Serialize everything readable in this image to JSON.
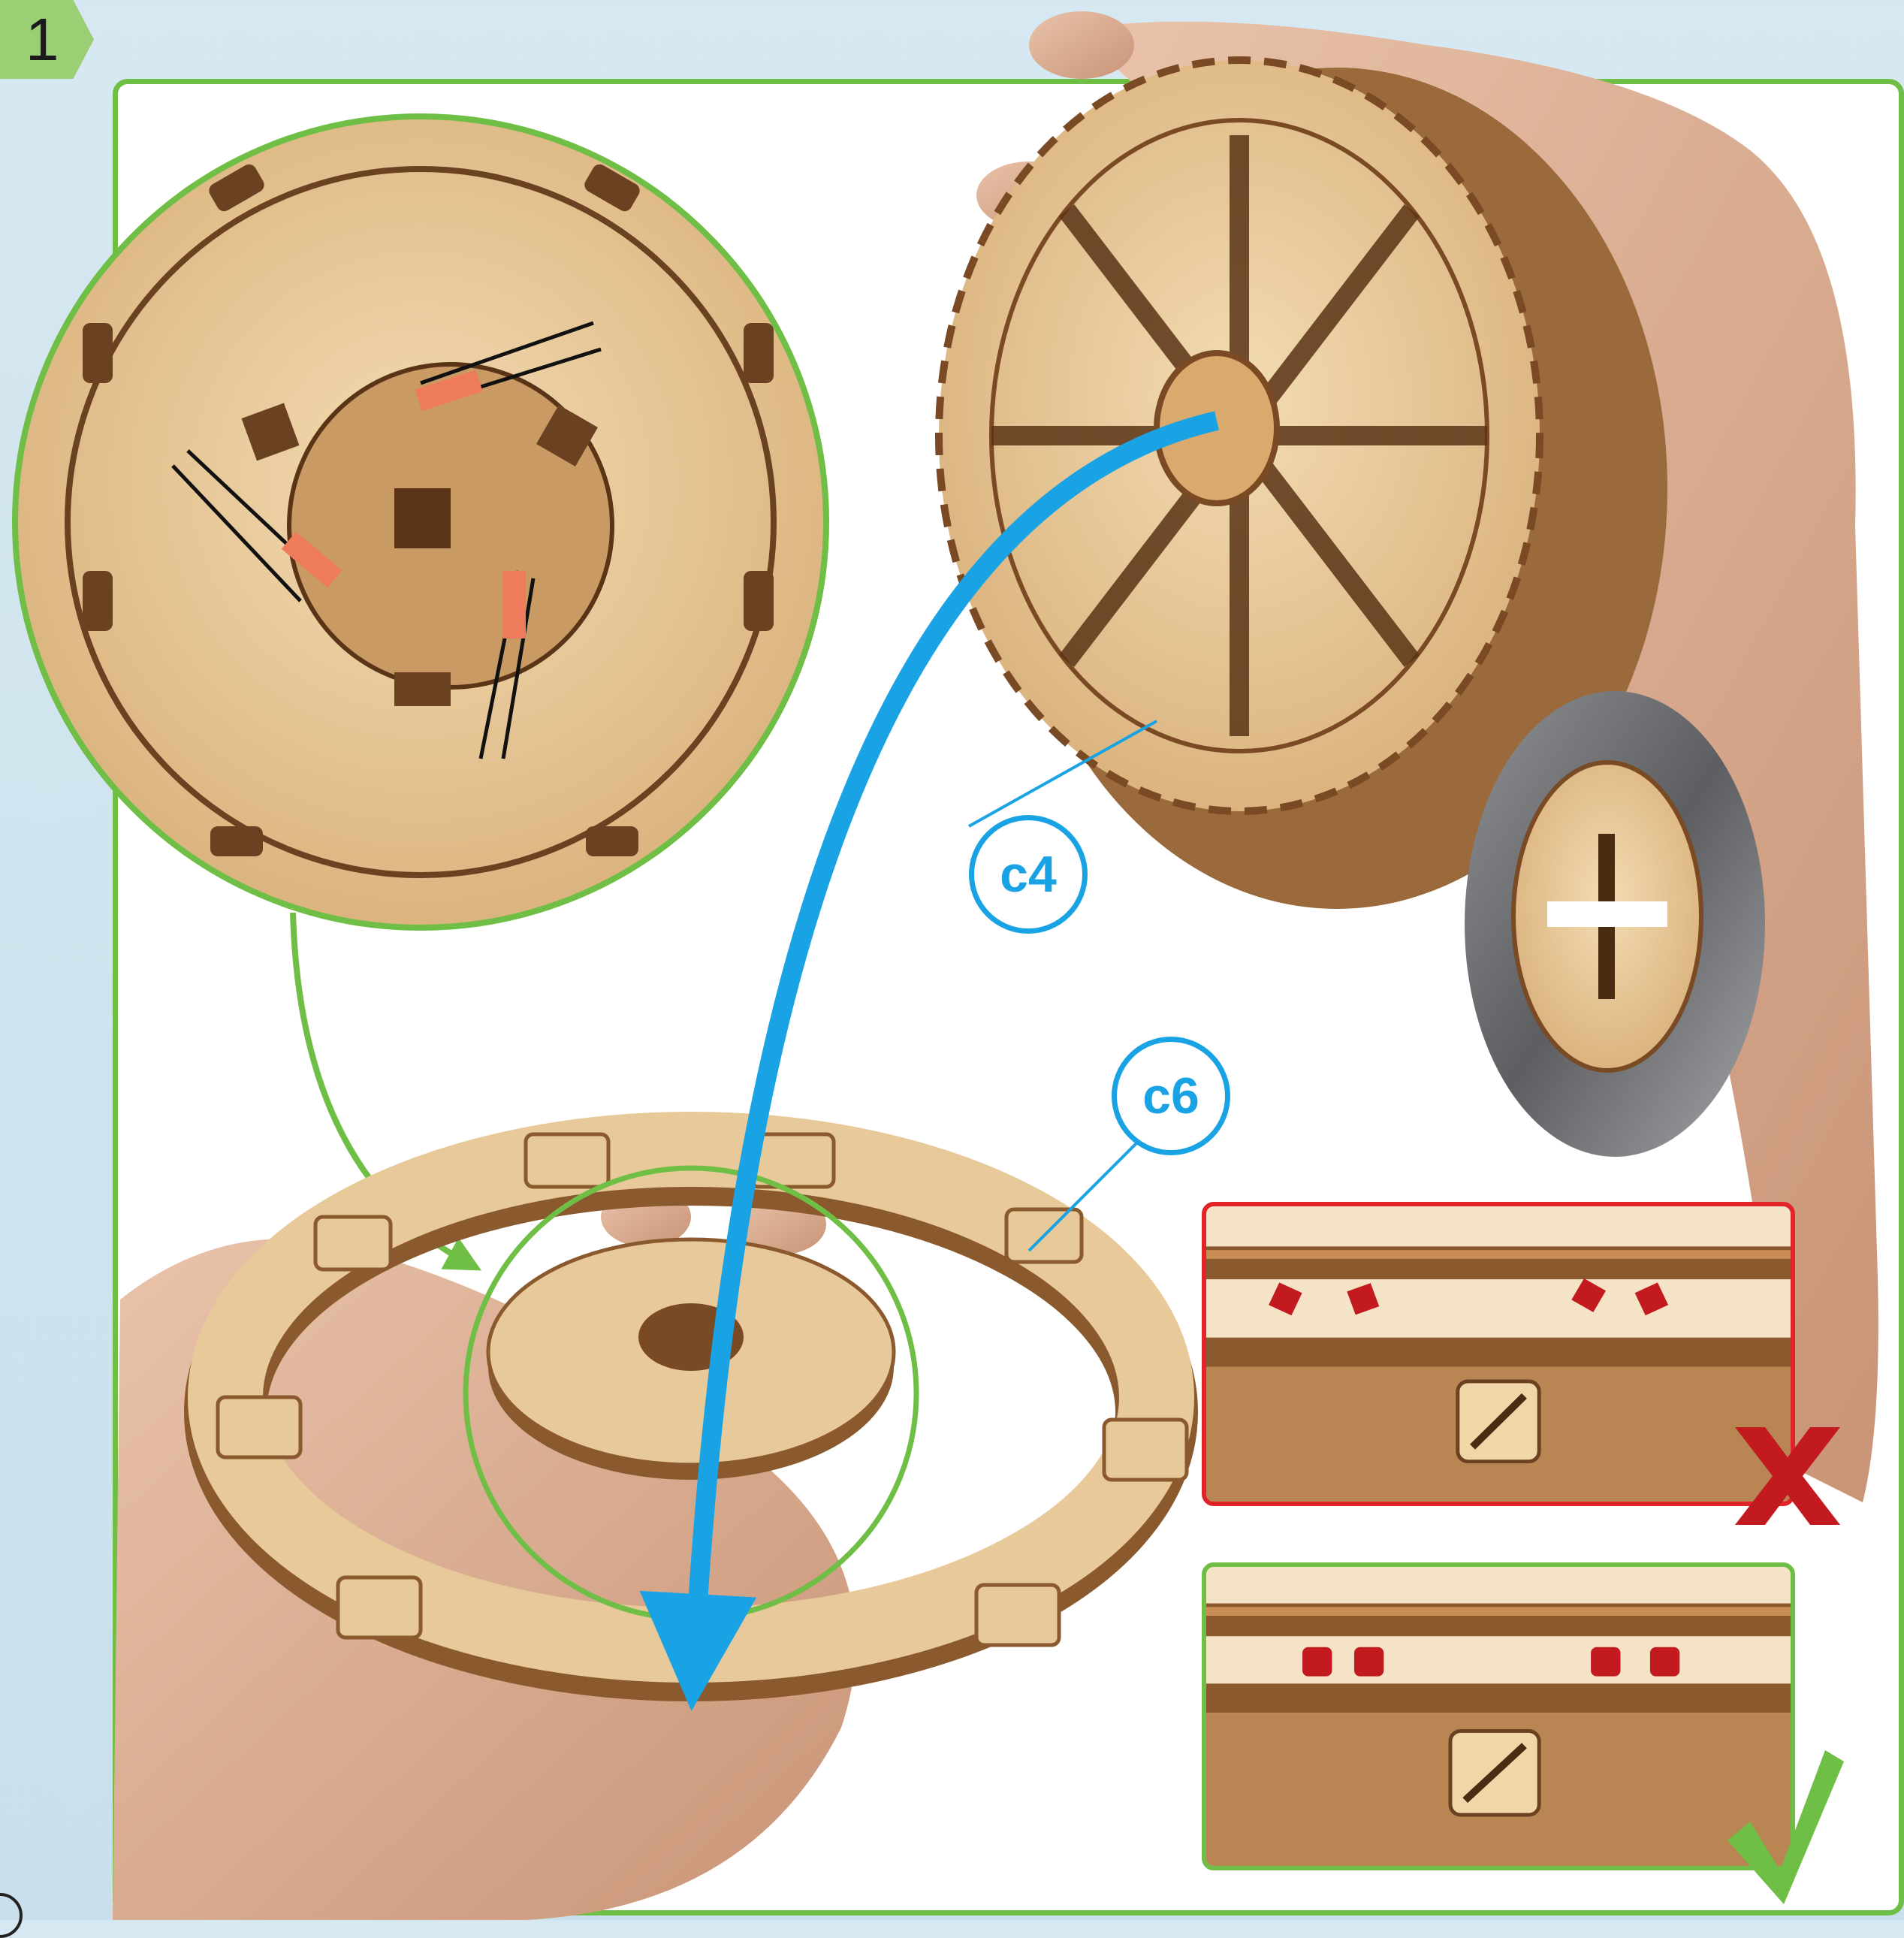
{
  "step": {
    "number": "1"
  },
  "callouts": {
    "c4": "c4",
    "c6": "c6"
  },
  "colors": {
    "frame_green": "#6fbe45",
    "callout_blue": "#1aa3e4",
    "wrong_red": "#e0242a",
    "wood": "#e8c99a",
    "wood_dark": "#7a4a24"
  },
  "icons": {
    "wrong": "cross-mark-icon",
    "correct": "check-mark-icon"
  }
}
